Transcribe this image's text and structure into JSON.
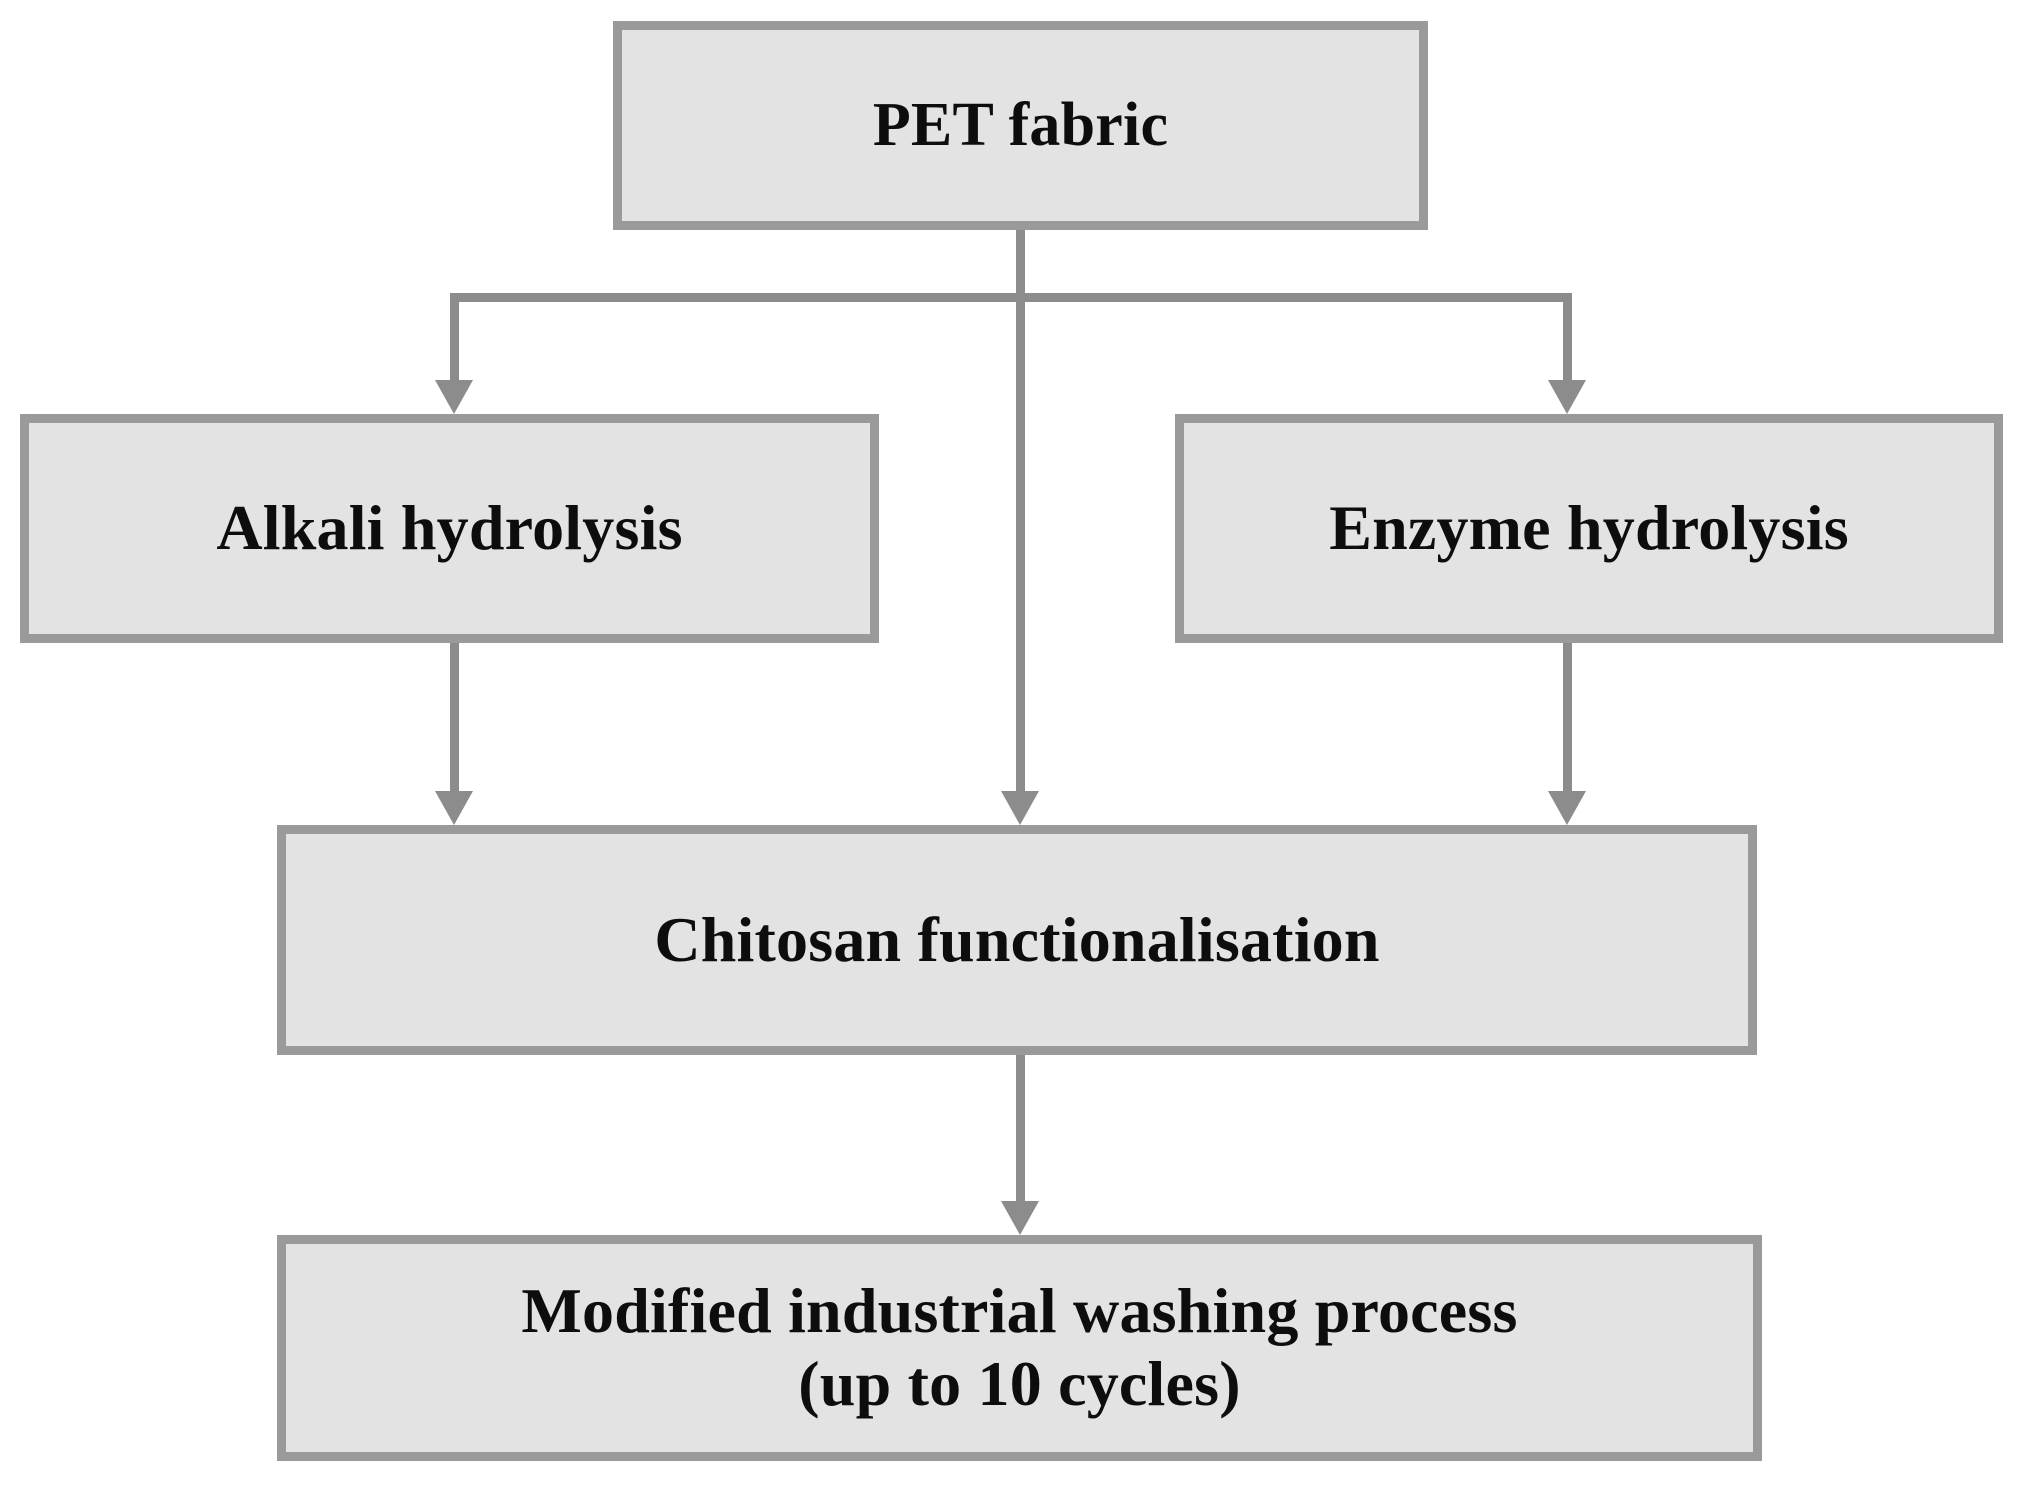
{
  "diagram": {
    "title": "PET fabric treatment and washing process flowchart",
    "type": "flowchart",
    "colors": {
      "node_fill": "#e3e3e3",
      "node_border": "#9a9a9a",
      "connector": "#8c8c8c",
      "text": "#0d0d0d",
      "background": "#ffffff"
    },
    "nodes": [
      {
        "id": "pet",
        "label": "PET fabric"
      },
      {
        "id": "alkali",
        "label": "Alkali hydrolysis"
      },
      {
        "id": "enzyme",
        "label": "Enzyme hydrolysis"
      },
      {
        "id": "chitosan",
        "label": "Chitosan functionalisation"
      },
      {
        "id": "washing",
        "label": "Modified industrial washing process\n(up to 10 cycles)"
      }
    ],
    "edges": [
      {
        "from": "pet",
        "to": "alkali",
        "style": "arrow"
      },
      {
        "from": "pet",
        "to": "enzyme",
        "style": "arrow"
      },
      {
        "from": "pet",
        "to": "chitosan",
        "style": "arrow"
      },
      {
        "from": "alkali",
        "to": "chitosan",
        "style": "arrow"
      },
      {
        "from": "enzyme",
        "to": "chitosan",
        "style": "arrow"
      },
      {
        "from": "chitosan",
        "to": "washing",
        "style": "arrow"
      }
    ]
  }
}
